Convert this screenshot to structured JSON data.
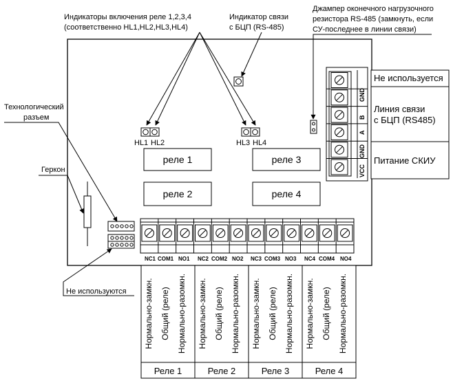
{
  "callouts": {
    "relay_indicators_line1": "Индикаторы включения реле 1,2,3,4",
    "relay_indicators_line2": "(соответственно HL1,HL2,HL3,HL4)",
    "link_indicator_line1": "Индикатор связи",
    "link_indicator_line2": "с БЦП (RS-485)",
    "jumper_line1": "Джампер оконечного нагрузочного",
    "jumper_line2": "резистора RS-485 (замкнуть, если",
    "jumper_line3": "СУ-последнее в линии связи)",
    "tech_connector_line1": "Технологический",
    "tech_connector_line2": "разъем",
    "reed_switch": "Геркон",
    "unused_bottom": "Не используются"
  },
  "leds": {
    "hl1": "HL1",
    "hl2": "HL2",
    "hl3": "HL3",
    "hl4": "HL4"
  },
  "relays": {
    "relay1": "реле 1",
    "relay2": "реле 2",
    "relay3": "реле 3",
    "relay4": "реле 4"
  },
  "right_terminal": {
    "pins": [
      "GND",
      "B",
      "A",
      "GND",
      "VCC"
    ],
    "unused": "Не используется",
    "link_line1": "Линия связи",
    "link_line2": "с БЦП (RS485)",
    "power": "Питание СКИУ"
  },
  "bottom_terminal": {
    "pins": [
      "NC1",
      "COM1",
      "NO1",
      "NC2",
      "COM2",
      "NO2",
      "NC3",
      "COM3",
      "NO3",
      "NC4",
      "COM4",
      "NO4"
    ],
    "contact_types": [
      "Нормально-замкн.",
      "Общий (реле)",
      "Нормально-разомкн."
    ],
    "groups": [
      "Реле 1",
      "Реле 2",
      "Реле 3",
      "Реле 4"
    ]
  }
}
